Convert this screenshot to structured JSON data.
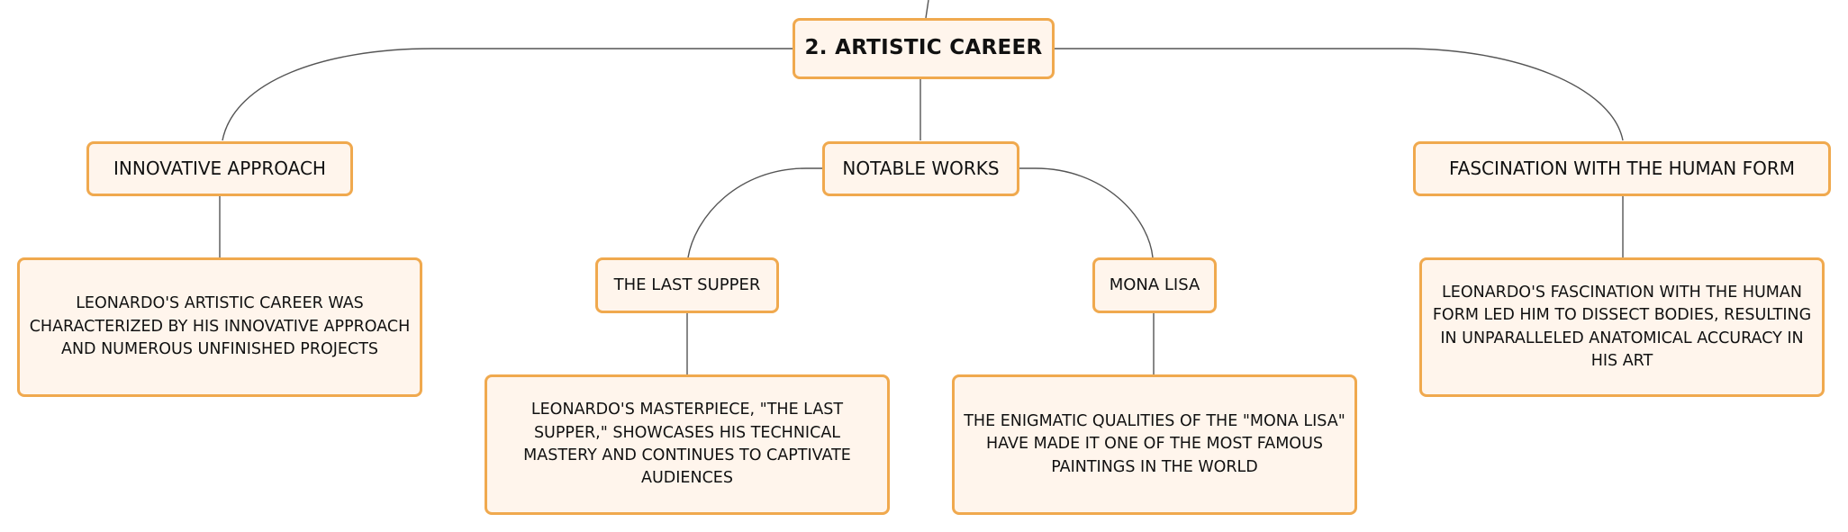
{
  "diagram": {
    "type": "mind-map",
    "line_color": "#555555",
    "node_border_color": "#f0a94e",
    "node_fill_color": "#fff5ec",
    "root": {
      "label": "2. ARTISTIC CAREER"
    },
    "branches": {
      "innovative_approach": {
        "label": "INNOVATIVE APPROACH",
        "detail": "LEONARDO'S ARTISTIC CAREER WAS CHARACTERIZED BY HIS INNOVATIVE APPROACH AND NUMEROUS UNFINISHED PROJECTS"
      },
      "notable_works": {
        "label": "NOTABLE WORKS",
        "last_supper": {
          "label": "THE LAST SUPPER",
          "detail": "LEONARDO'S MASTERPIECE, \"THE LAST SUPPER,\" SHOWCASES HIS TECHNICAL MASTERY AND CONTINUES TO CAPTIVATE AUDIENCES"
        },
        "mona_lisa": {
          "label": "MONA LISA",
          "detail": "THE ENIGMATIC QUALITIES OF THE \"MONA LISA\" HAVE MADE IT ONE OF THE MOST FAMOUS PAINTINGS IN THE WORLD"
        }
      },
      "human_form": {
        "label": "FASCINATION WITH THE HUMAN FORM",
        "detail": "LEONARDO'S FASCINATION WITH THE HUMAN FORM LED HIM TO DISSECT BODIES, RESULTING IN UNPARALLELED ANATOMICAL ACCURACY IN HIS ART"
      }
    }
  }
}
